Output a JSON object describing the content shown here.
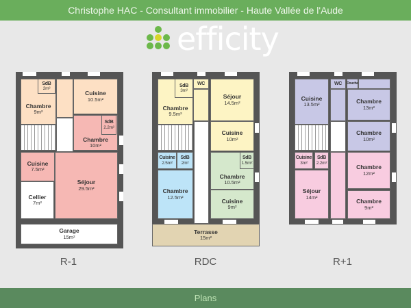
{
  "header": {
    "title": "Christophe HAC - Consultant immobilier - Haute Vallée de l'Aude"
  },
  "logo": {
    "text": "efficity",
    "colors": {
      "green": "#6cb84a",
      "yellow": "#d8d62a"
    }
  },
  "footer": {
    "label": "Plans"
  },
  "levels": {
    "r_1": {
      "label": "R-1",
      "rooms": [
        {
          "name": "Chambre",
          "area": "9m²"
        },
        {
          "name": "SdB",
          "area": "2m²"
        },
        {
          "name": "Cuisine",
          "area": "10.5m²"
        },
        {
          "name": "Chambre",
          "area": "10m²"
        },
        {
          "name": "SdB",
          "area": "2.2m²"
        },
        {
          "name": "Cuisine",
          "area": "7.5m²"
        },
        {
          "name": "Séjour",
          "area": "29.5m²"
        },
        {
          "name": "Cellier",
          "area": "7m²"
        },
        {
          "name": "Garage",
          "area": "15m²"
        }
      ]
    },
    "rdc": {
      "label": "RDC",
      "rooms": [
        {
          "name": "Chambre",
          "area": "9.5m²"
        },
        {
          "name": "SdB",
          "area": "3m²"
        },
        {
          "name": "WC",
          "area": ""
        },
        {
          "name": "Séjour",
          "area": "14.5m²"
        },
        {
          "name": "Cuisine",
          "area": "10m²"
        },
        {
          "name": "Cuisine",
          "area": "2.5m²"
        },
        {
          "name": "SdB",
          "area": "2m²"
        },
        {
          "name": "Chambre",
          "area": "12.5m²"
        },
        {
          "name": "SdB",
          "area": "1.5m²"
        },
        {
          "name": "Chambre",
          "area": "10.5m²"
        },
        {
          "name": "Cuisine",
          "area": "9m²"
        },
        {
          "name": "Terrasse",
          "area": "15m²"
        }
      ]
    },
    "r_plus_1": {
      "label": "R+1",
      "rooms": [
        {
          "name": "Cuisine",
          "area": "13.5m²"
        },
        {
          "name": "WC",
          "area": ""
        },
        {
          "name": "Douche",
          "area": ""
        },
        {
          "name": "Chambre",
          "area": "13m²"
        },
        {
          "name": "Chambre",
          "area": "10m²"
        },
        {
          "name": "Cuisine",
          "area": "3m²"
        },
        {
          "name": "SdB",
          "area": "2.2m²"
        },
        {
          "name": "Séjour",
          "area": "14m²"
        },
        {
          "name": "Chambre",
          "area": "12m²"
        },
        {
          "name": "Chambre",
          "area": "9m²"
        }
      ]
    }
  }
}
